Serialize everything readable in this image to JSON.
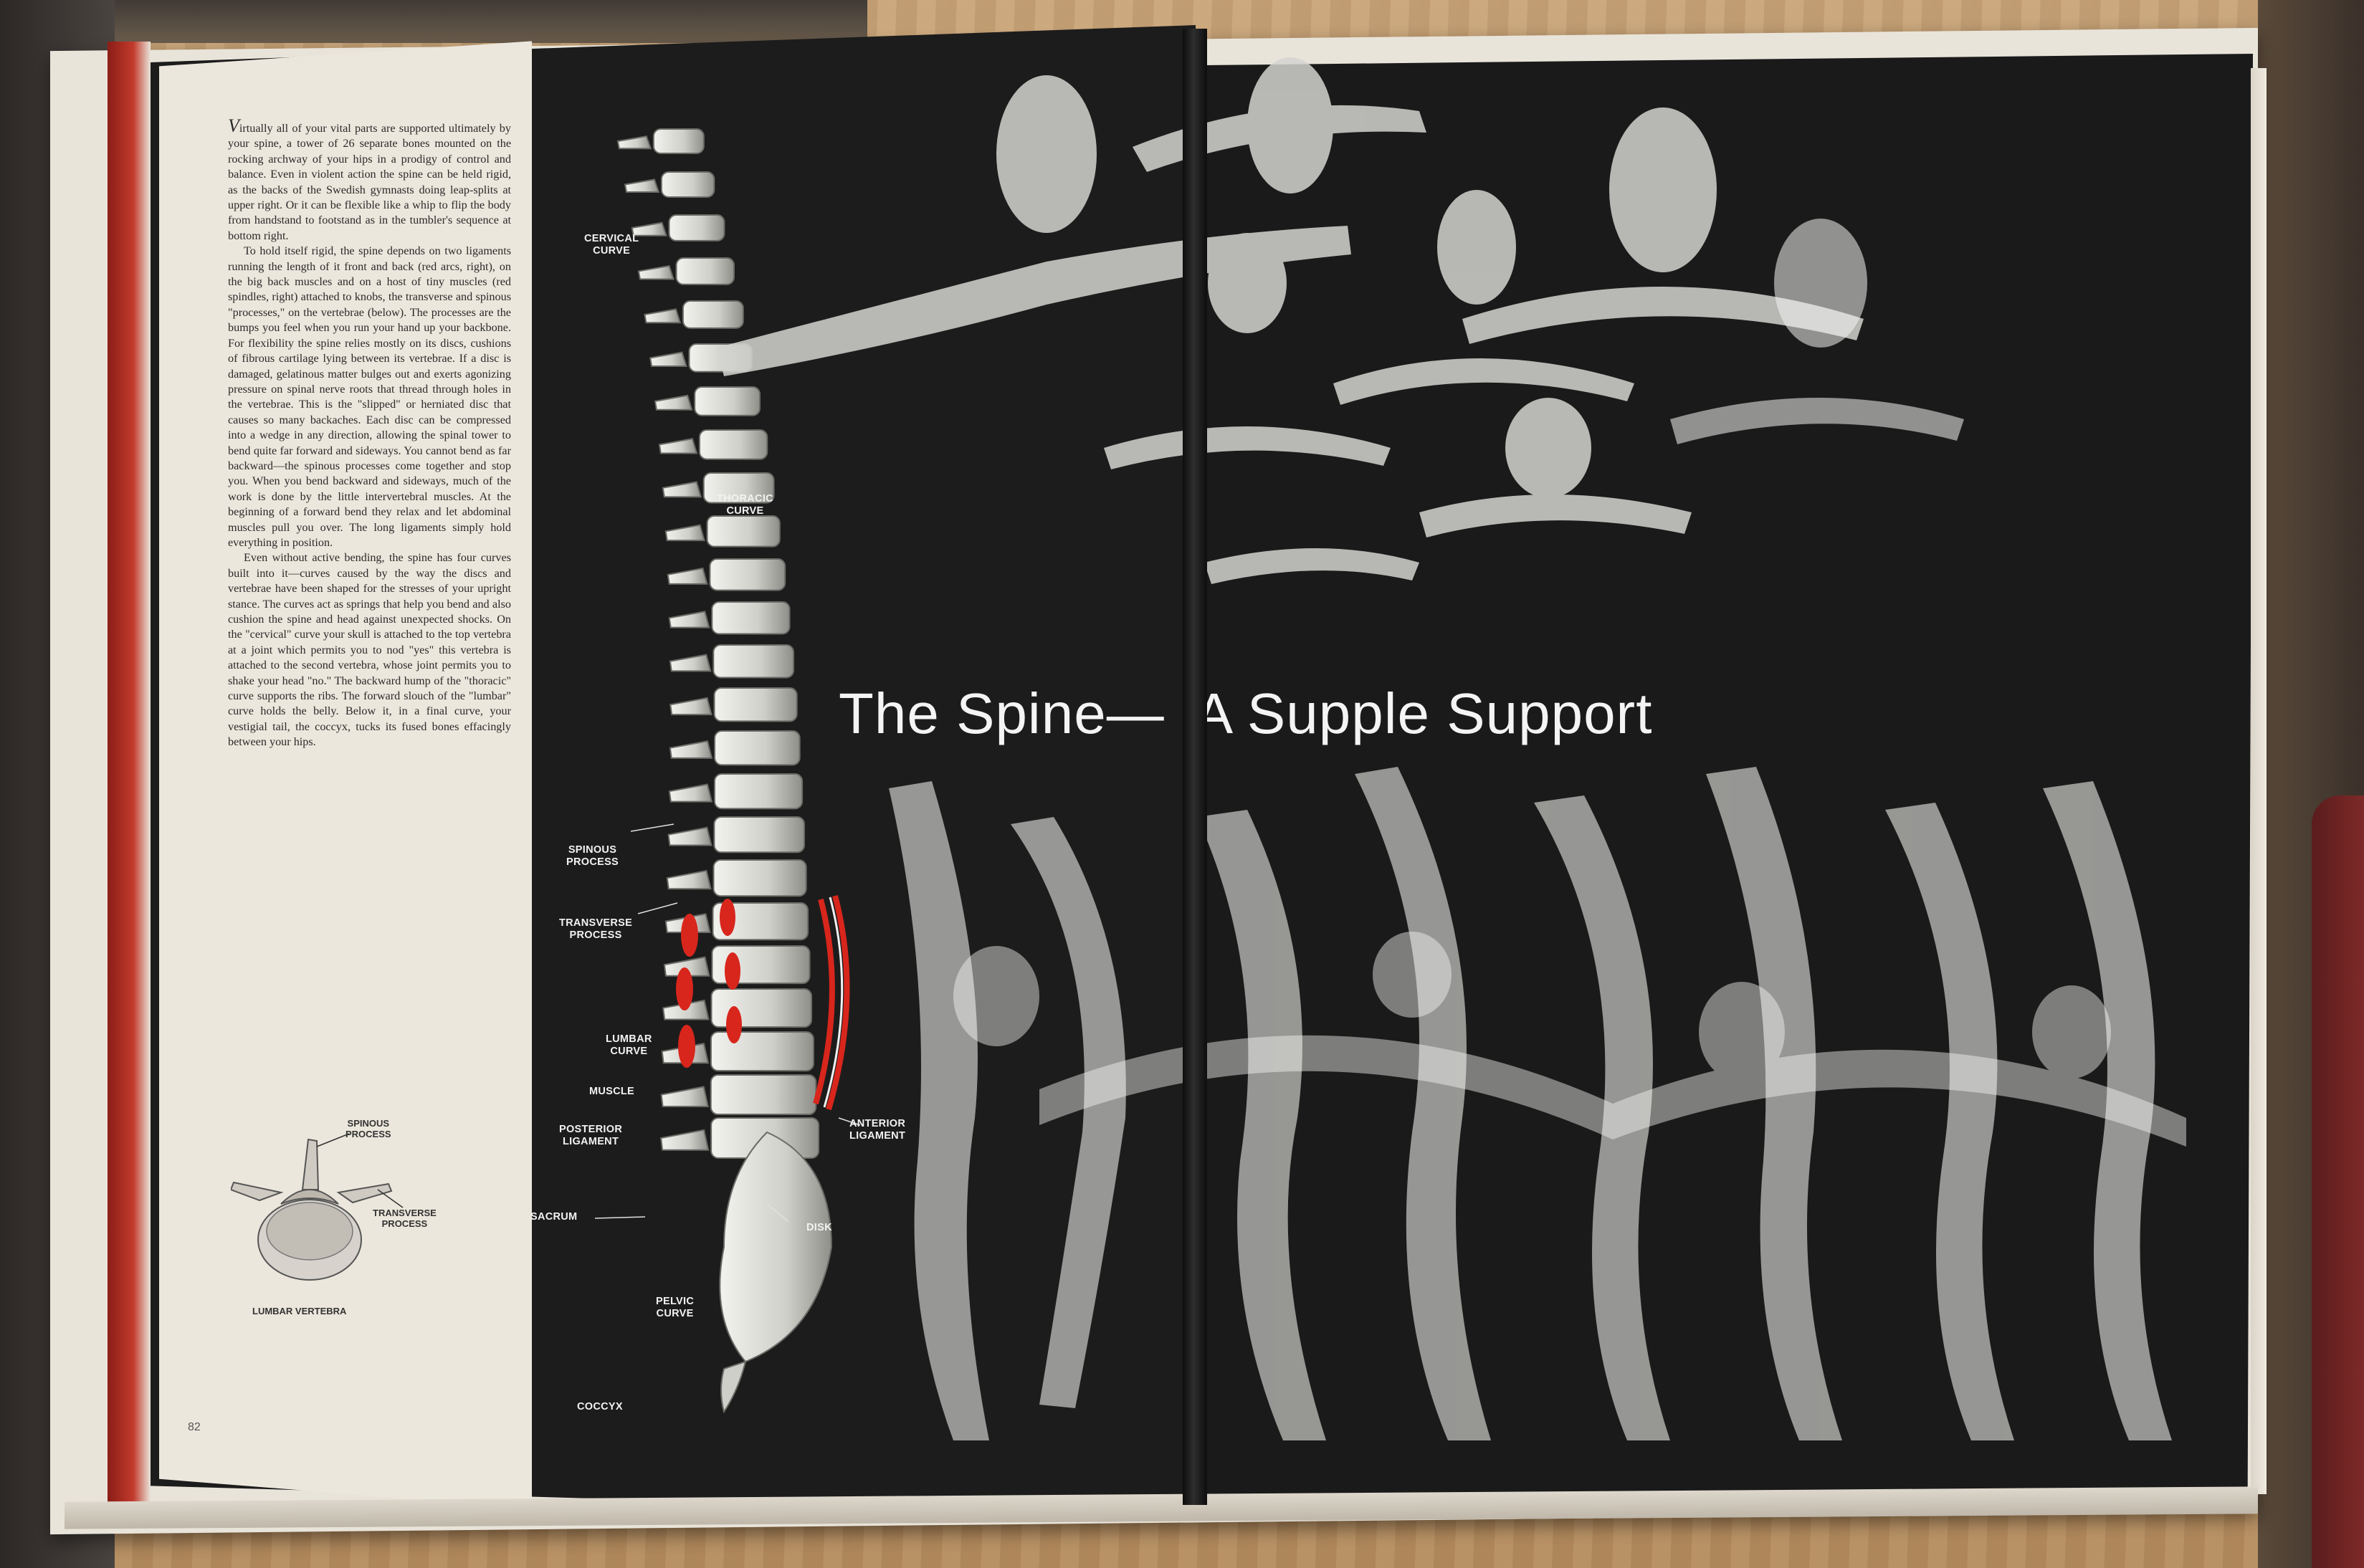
{
  "magazine": {
    "headline": "The Spine—  A Supple Support",
    "page_number": "82",
    "article_paragraphs": [
      "irtually all of your vital parts are supported ultimately by your spine, a tower of 26 separate bones mounted on the rocking archway of your hips in a prodigy of control and balance. Even in violent action the spine can be held rigid, as the backs of the Swedish gymnasts doing leap-splits at upper right. Or it can be flexible like a whip to flip the body from handstand to footstand as in the tumbler's sequence at bottom right.",
      "To hold itself rigid, the spine depends on two ligaments running the length of it front and back (red arcs, right), on the big back muscles and on a host of tiny muscles (red spindles, right) attached to knobs, the transverse and spinous \"processes,\" on the vertebrae (below). The processes are the bumps you feel when you run your hand up your backbone. For flexibility the spine relies mostly on its discs, cushions of fibrous cartilage lying between its vertebrae. If a disc is damaged, gelatinous matter bulges out and exerts agonizing pressure on spinal nerve roots that thread through holes in the vertebrae. This is the \"slipped\" or herniated disc that causes so many backaches. Each disc can be compressed into a wedge in any direction, allowing the spinal tower to bend quite far forward and sideways. You cannot bend as far backward—the spinous processes come together and stop you. When you bend backward and sideways, much of the work is done by the little intervertebral muscles. At the beginning of a forward bend they relax and let abdominal muscles pull you over. The long ligaments simply hold everything in position.",
      "Even without active bending, the spine has four curves built into it—curves caused by the way the discs and vertebrae have been shaped for the stresses of your upright stance. The curves act as springs that help you bend and also cushion the spine and head against unexpected shocks. On the \"cervical\" curve your skull is attached to the top vertebra at a joint which permits you to nod \"yes\" this vertebra is attached to the second vertebra, whose joint permits you to shake your head \"no.\" The backward hump of the \"thoracic\" curve supports the ribs. The forward slouch of the \"lumbar\" curve holds the belly. Below it, in a final curve, your vestigial tail, the coccyx, tucks its fused bones effacingly between your hips."
    ],
    "article_dropcap": "V",
    "inset_labels": {
      "spinous": "SPINOUS\nPROCESS",
      "transverse": "TRANSVERSE\nPROCESS",
      "caption": "LUMBAR VERTEBRA"
    },
    "spine_labels": {
      "cervical": "CERVICAL\nCURVE",
      "thoracic": "THORACIC\nCURVE",
      "spinous": "SPINOUS\nPROCESS",
      "transverse": "TRANSVERSE\nPROCESS",
      "lumbar": "LUMBAR\nCURVE",
      "muscle": "MUSCLE",
      "posterior": "POSTERIOR\nLIGAMENT",
      "anterior": "ANTERIOR\nLIGAMENT",
      "sacrum": "SACRUM",
      "disk": "DISK",
      "pelvic": "PELVIC\nCURVE",
      "coccyx": "COCCYX"
    }
  },
  "colors": {
    "page_black": "#1a1a1a",
    "paper": "#ece7dc",
    "accent_red": "#d8261c",
    "bone": "#e6e6e2"
  }
}
